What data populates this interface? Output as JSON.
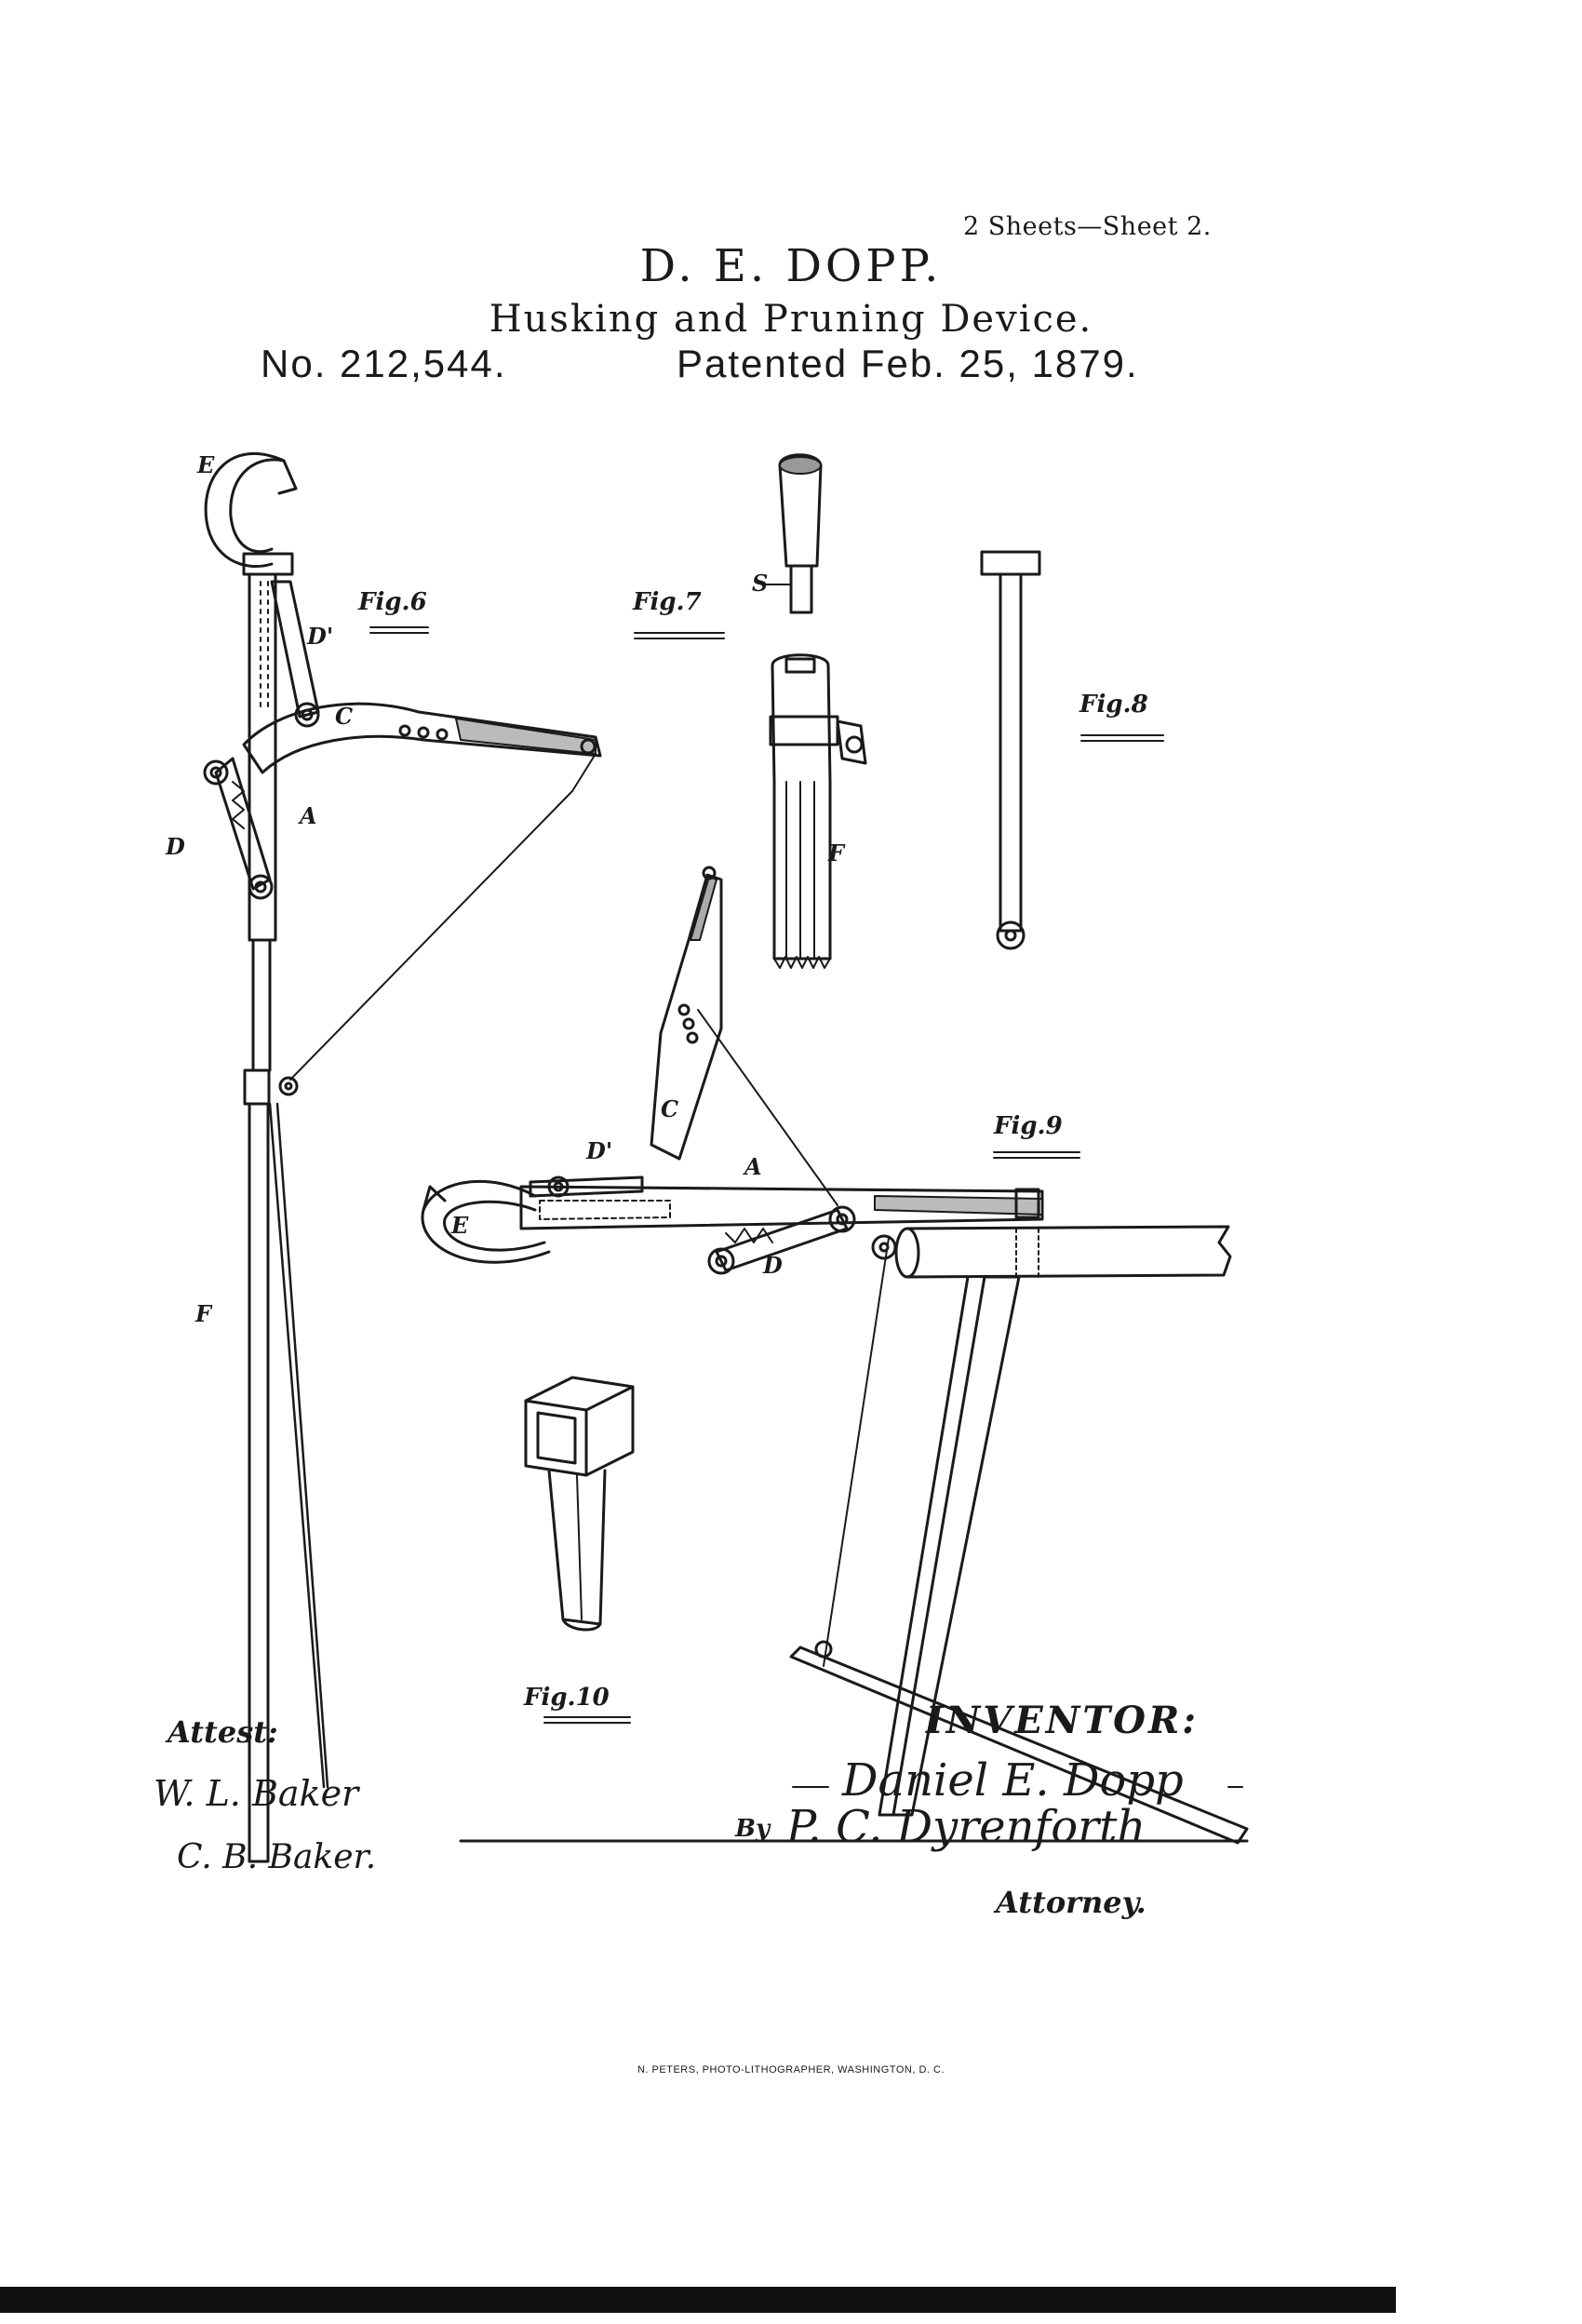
{
  "header": {
    "sheet_note": "2 Sheets—Sheet 2.",
    "inventor": "D. E. DOPP.",
    "title": "Husking and Pruning Device.",
    "patent_number": "No. 212,544.",
    "patent_date": "Patented Feb. 25, 1879."
  },
  "figures": {
    "fig6": "Fig.6",
    "fig7": "Fig.7",
    "fig8": "Fig.8",
    "fig9": "Fig.9",
    "fig10": "Fig.10"
  },
  "reference_letters": {
    "E": "E",
    "D_prime": "D'",
    "C": "C",
    "D": "D",
    "A": "A",
    "F": "F",
    "S": "S"
  },
  "footer": {
    "attest_label": "Attest:",
    "witness_1": "W. L. Baker",
    "witness_2": "C. B. Baker.",
    "inventor_label": "INVENTOR:",
    "inventor_signature": "Daniel E. Dopp",
    "by_label": "By",
    "attorney_signature": "P. C. Dyrenforth",
    "attorney_label": "Attorney.",
    "printer_credit": "N. PETERS, PHOTO-LITHOGRAPHER, WASHINGTON, D. C."
  }
}
